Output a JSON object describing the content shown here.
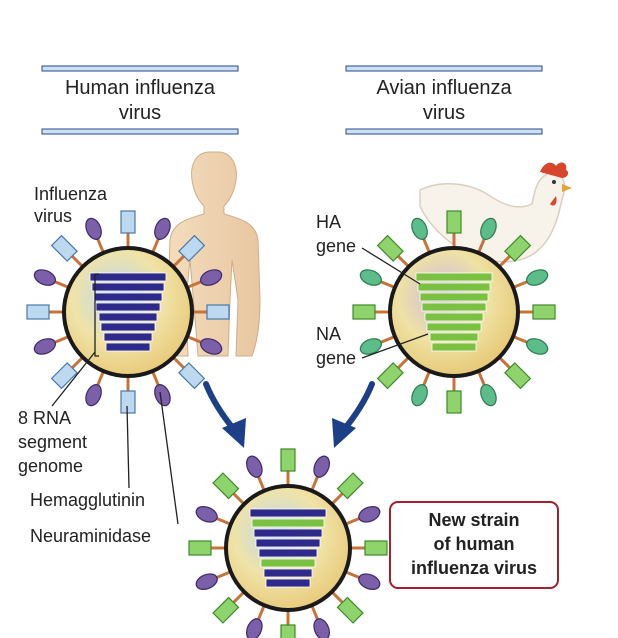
{
  "titles": {
    "human": [
      "Human influenza",
      "virus"
    ],
    "avian": [
      "Avian influenza",
      "virus"
    ]
  },
  "labels": {
    "influenza_virus": [
      "Influenza",
      "virus"
    ],
    "ha_gene": [
      "HA",
      "gene"
    ],
    "na_gene": [
      "NA",
      "gene"
    ],
    "rna_genome": [
      "8 RNA",
      "segment",
      "genome"
    ],
    "hemagglutinin": "Hemagglutinin",
    "neuraminidase": "Neuraminidase"
  },
  "result_box": [
    "New strain",
    "of human",
    "influenza virus"
  ],
  "colors": {
    "human_segment": "#2e2a8c",
    "avian_segment": "#7ac142",
    "ha_spike_human": "#bcd9f0",
    "na_spike_human": "#7b5fa8",
    "ha_spike_avian": "#8ed36b",
    "na_spike_avian": "#5dbd8a",
    "capsid": "#f1e2a0",
    "arrow": "#1d3f87",
    "box_border": "#a32030"
  }
}
